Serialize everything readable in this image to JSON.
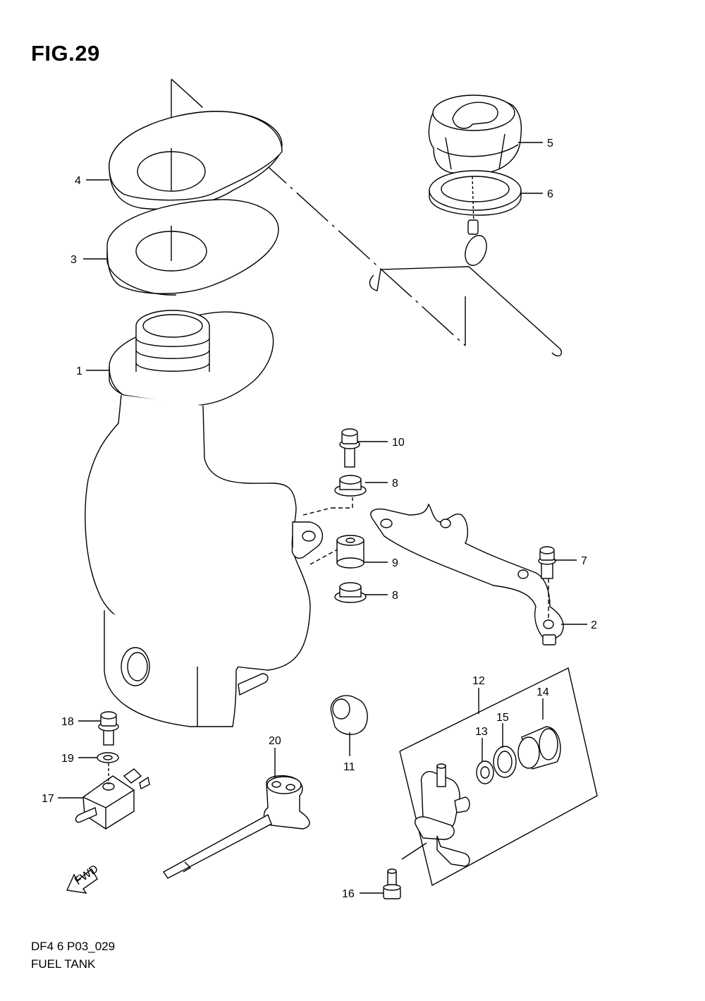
{
  "figure": {
    "title": "FIG.29",
    "code": "DF4 6 P03_029",
    "name": "FUEL TANK",
    "fwd_label": "FWD"
  },
  "callouts": [
    {
      "id": "c1",
      "label": "1"
    },
    {
      "id": "c2",
      "label": "2"
    },
    {
      "id": "c3",
      "label": "3"
    },
    {
      "id": "c4",
      "label": "4"
    },
    {
      "id": "c5",
      "label": "5"
    },
    {
      "id": "c6",
      "label": "6"
    },
    {
      "id": "c7",
      "label": "7"
    },
    {
      "id": "c8a",
      "label": "8"
    },
    {
      "id": "c8b",
      "label": "8"
    },
    {
      "id": "c9",
      "label": "9"
    },
    {
      "id": "c10",
      "label": "10"
    },
    {
      "id": "c11",
      "label": "11"
    },
    {
      "id": "c12",
      "label": "12"
    },
    {
      "id": "c13",
      "label": "13"
    },
    {
      "id": "c14",
      "label": "14"
    },
    {
      "id": "c15",
      "label": "15"
    },
    {
      "id": "c16",
      "label": "16"
    },
    {
      "id": "c17",
      "label": "17"
    },
    {
      "id": "c18",
      "label": "18"
    },
    {
      "id": "c19",
      "label": "19"
    },
    {
      "id": "c20",
      "label": "20"
    }
  ]
}
